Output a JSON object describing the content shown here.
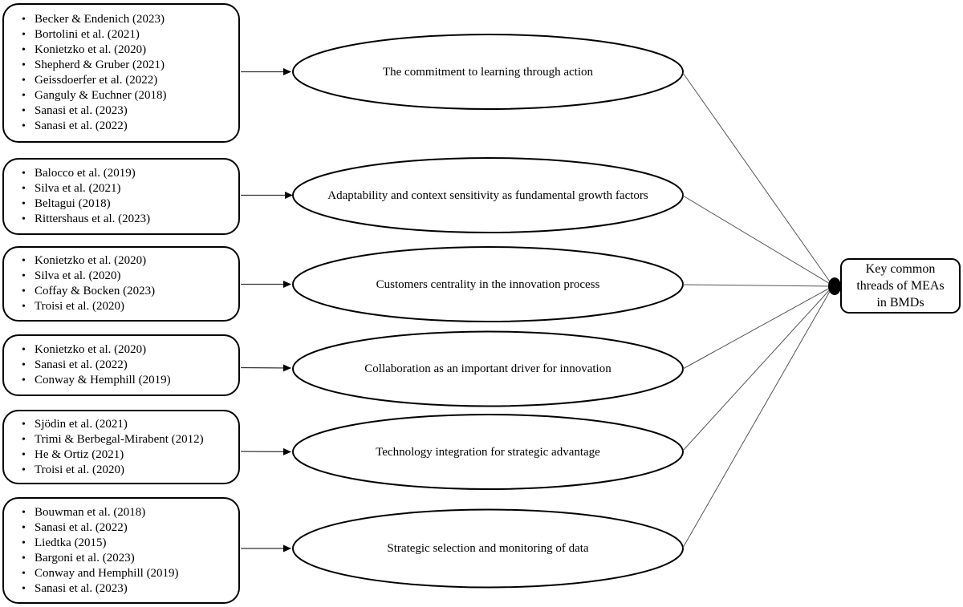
{
  "diagram": {
    "type": "flow-diagram",
    "colors": {
      "background": "#ffffff",
      "shape_stroke": "#000000",
      "connector_line": "#555555",
      "text": "#000000"
    },
    "source_groups": [
      {
        "items": [
          "Becker & Endenich (2023)",
          "Bortolini et al. (2021)",
          "Konietzko et al. (2020)",
          "Shepherd & Gruber (2021)",
          "Geissdoerfer et al. (2022)",
          "Ganguly & Euchner (2018)",
          "Sanasi et al. (2023)",
          "Sanasi et al. (2022)"
        ]
      },
      {
        "items": [
          "Balocco et al. (2019)",
          "Silva et al. (2021)",
          "Beltagui (2018)",
          "Rittershaus et al. (2023)"
        ]
      },
      {
        "items": [
          "Konietzko et al. (2020)",
          "Silva et al. (2020)",
          "Coffay & Bocken (2023)",
          "Troisi et al. (2020)"
        ]
      },
      {
        "items": [
          "Konietzko et al. (2020)",
          "Sanasi et al. (2022)",
          "Conway & Hemphill (2019)"
        ]
      },
      {
        "items": [
          "Sjödin et al. (2021)",
          "Trimi & Berbegal-Mirabent (2012)",
          "He & Ortiz (2021)",
          "Troisi et al. (2020)"
        ]
      },
      {
        "items": [
          "Bouwman et al. (2018)",
          "Sanasi et al. (2022)",
          "Liedtka (2015)",
          "Bargoni et al. (2023)",
          "Conway and Hemphill (2019)",
          "Sanasi et al. (2023)"
        ]
      }
    ],
    "themes": [
      "The commitment to learning through action",
      "Adaptability and context sensitivity as fundamental growth factors",
      "Customers centrality in the innovation process",
      "Collaboration as an important driver for innovation",
      "Technology integration for strategic advantage",
      "Strategic selection and monitoring of data"
    ],
    "sink": {
      "text": "Key common threads of MEAs in BMDs",
      "lines": [
        "Key common",
        "threads of MEAs",
        "in BMDs"
      ]
    },
    "edges": [
      "source-group-1 -> theme-1",
      "source-group-2 -> theme-2",
      "source-group-3 -> theme-3",
      "source-group-4 -> theme-4",
      "source-group-5 -> theme-5",
      "source-group-6 -> theme-6",
      "theme-1 -> sink",
      "theme-2 -> sink",
      "theme-3 -> sink",
      "theme-4 -> sink",
      "theme-5 -> sink",
      "theme-6 -> sink"
    ]
  }
}
